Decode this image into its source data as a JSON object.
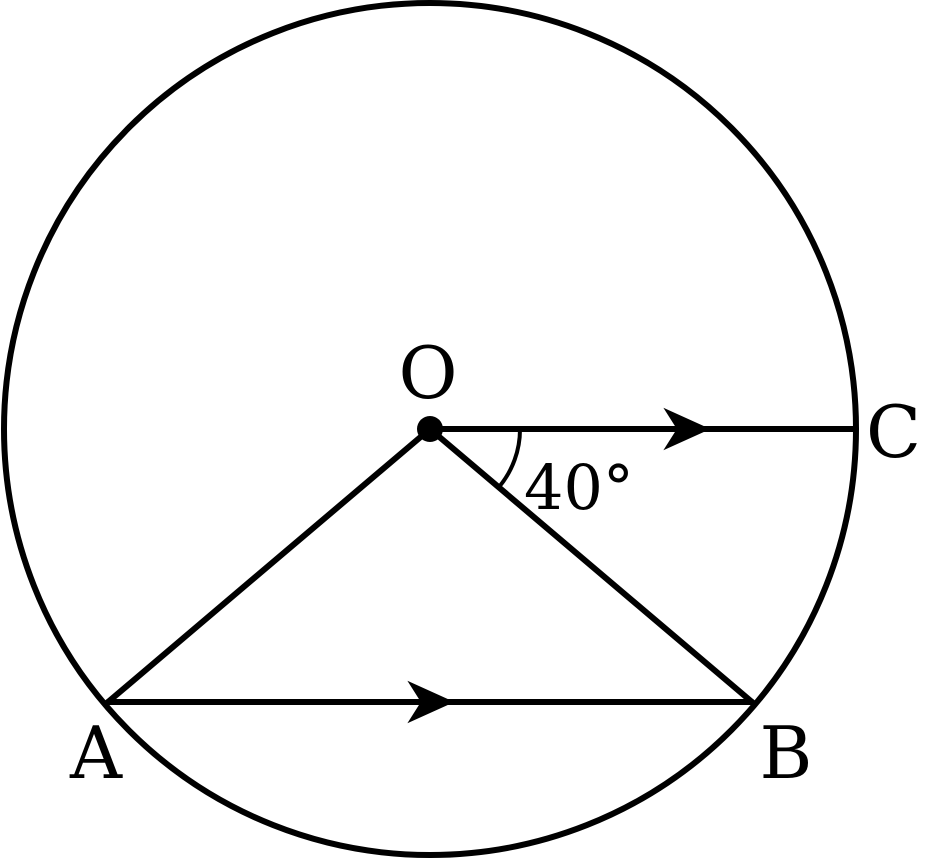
{
  "points": {
    "O": "O",
    "A": "A",
    "B": "B",
    "C": "C"
  },
  "angle_label": "40°",
  "colors": {
    "stroke": "#000000",
    "background": "#ffffff"
  }
}
